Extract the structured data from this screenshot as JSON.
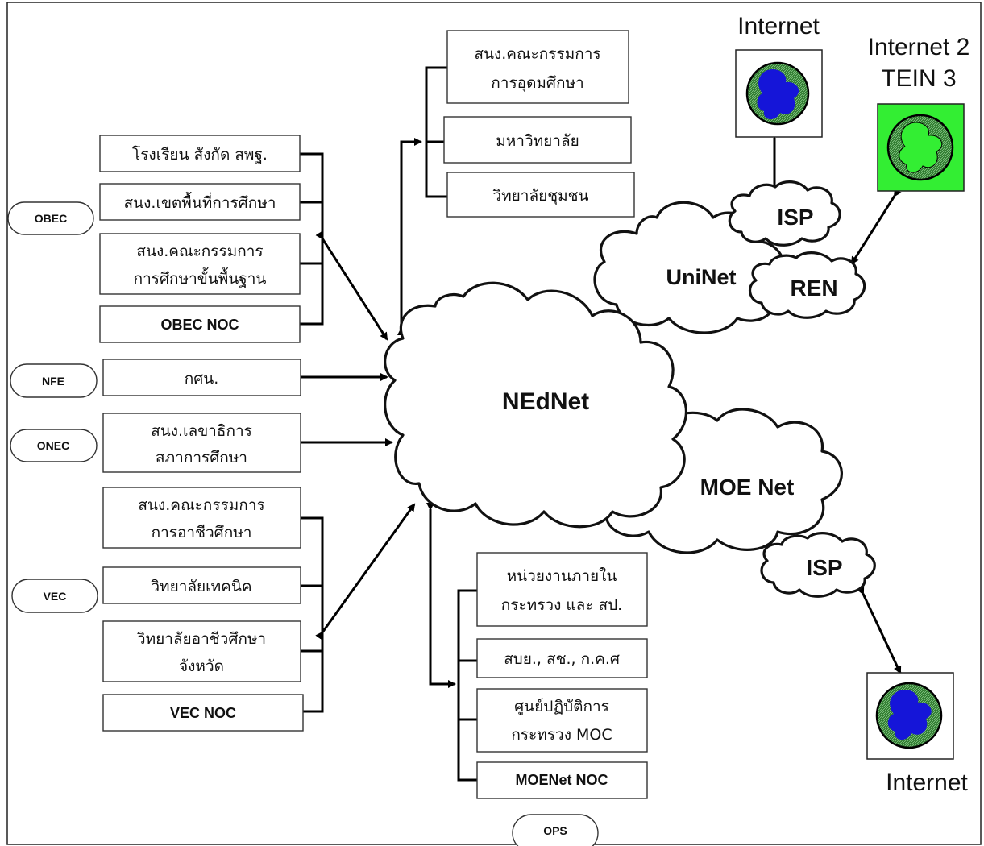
{
  "colors": {
    "earth_ocean": "#2f7a2f",
    "earth_land": "#1515d8",
    "tein_bg": "#33ee33",
    "outline": "#000000"
  },
  "clouds": {
    "nednet": "NEdNet",
    "moe_net": "MOE Net",
    "uninet": "UniNet",
    "isp_top": "ISP",
    "ren": "REN",
    "isp_bottom": "ISP"
  },
  "internet": {
    "top_label": "Internet",
    "tein_label_1": "Internet 2",
    "tein_label_2": "TEIN 3",
    "bottom_label": "Internet",
    "globe_icon": "globe-icon"
  },
  "groups": {
    "obec": "OBEC",
    "nfe": "NFE",
    "onec": "ONEC",
    "vec": "VEC",
    "ops": "OPS"
  },
  "obec_boxes": [
    {
      "lines": [
        "โรงเรียน สังกัด สพฐ."
      ]
    },
    {
      "lines": [
        "สนง.เขตพื้นที่การศึกษา"
      ]
    },
    {
      "lines": [
        "สนง.คณะกรรมการ",
        "การศึกษาขั้นพื้นฐาน"
      ]
    },
    {
      "lines": [
        "OBEC NOC"
      ]
    }
  ],
  "nfe_box": {
    "lines": [
      "กศน."
    ]
  },
  "onec_box": {
    "lines": [
      "สนง.เลขาธิการ",
      "สภาการศึกษา"
    ]
  },
  "vec_boxes": [
    {
      "lines": [
        "สนง.คณะกรรมการ",
        "การอาชีวศึกษา"
      ]
    },
    {
      "lines": [
        "วิทยาลัยเทคนิค"
      ]
    },
    {
      "lines": [
        "วิทยาลัยอาชีวศึกษา",
        "จังหวัด"
      ]
    },
    {
      "lines": [
        "VEC NOC"
      ]
    }
  ],
  "higher_ed_boxes": [
    {
      "lines": [
        "สนง.คณะกรรมการ",
        "การอุดมศึกษา"
      ]
    },
    {
      "lines": [
        "มหาวิทยาลัย"
      ]
    },
    {
      "lines": [
        "วิทยาลัยชุมชน"
      ]
    }
  ],
  "ops_boxes": [
    {
      "lines": [
        "หน่วยงานภายใน",
        "กระทรวง และ สป."
      ]
    },
    {
      "lines": [
        "สบย., สช., ก.ค.ศ"
      ]
    },
    {
      "lines": [
        "ศูนย์ปฏิบัติการ",
        "กระทรวง MOC"
      ]
    },
    {
      "lines": [
        "MOENet NOC"
      ]
    }
  ]
}
